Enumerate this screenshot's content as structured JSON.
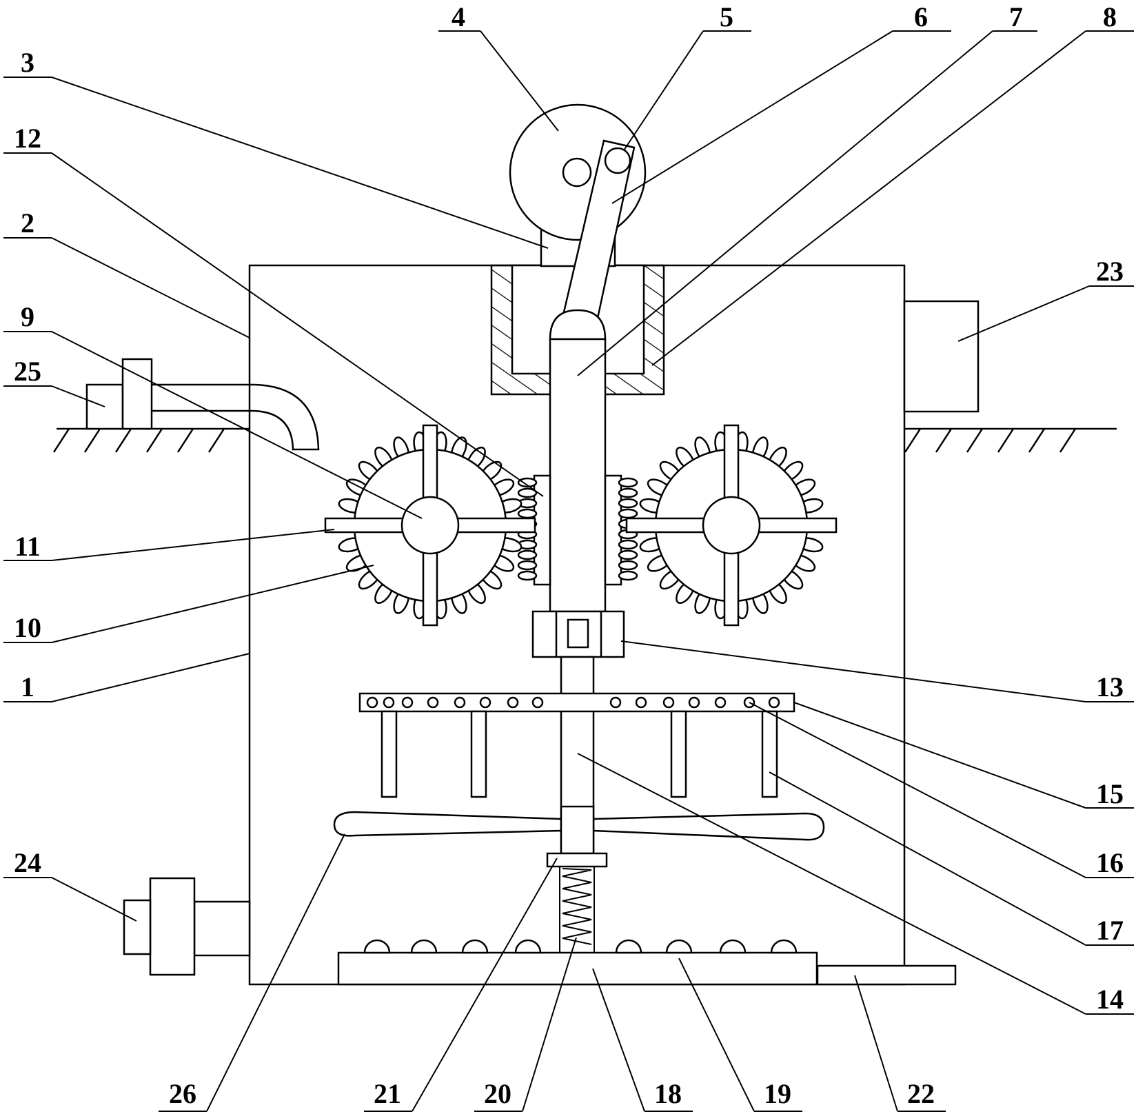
{
  "labels": {
    "l1": "1",
    "l2": "2",
    "l3": "3",
    "l4": "4",
    "l5": "5",
    "l6": "6",
    "l7": "7",
    "l8": "8",
    "l9": "9",
    "l10": "10",
    "l11": "11",
    "l12": "12",
    "l13": "13",
    "l14": "14",
    "l15": "15",
    "l16": "16",
    "l17": "17",
    "l18": "18",
    "l19": "19",
    "l20": "20",
    "l21": "21",
    "l22": "22",
    "l23": "23",
    "l24": "24",
    "l25": "25",
    "l26": "26"
  },
  "colors": {
    "line": "#000000",
    "background": "#ffffff"
  }
}
